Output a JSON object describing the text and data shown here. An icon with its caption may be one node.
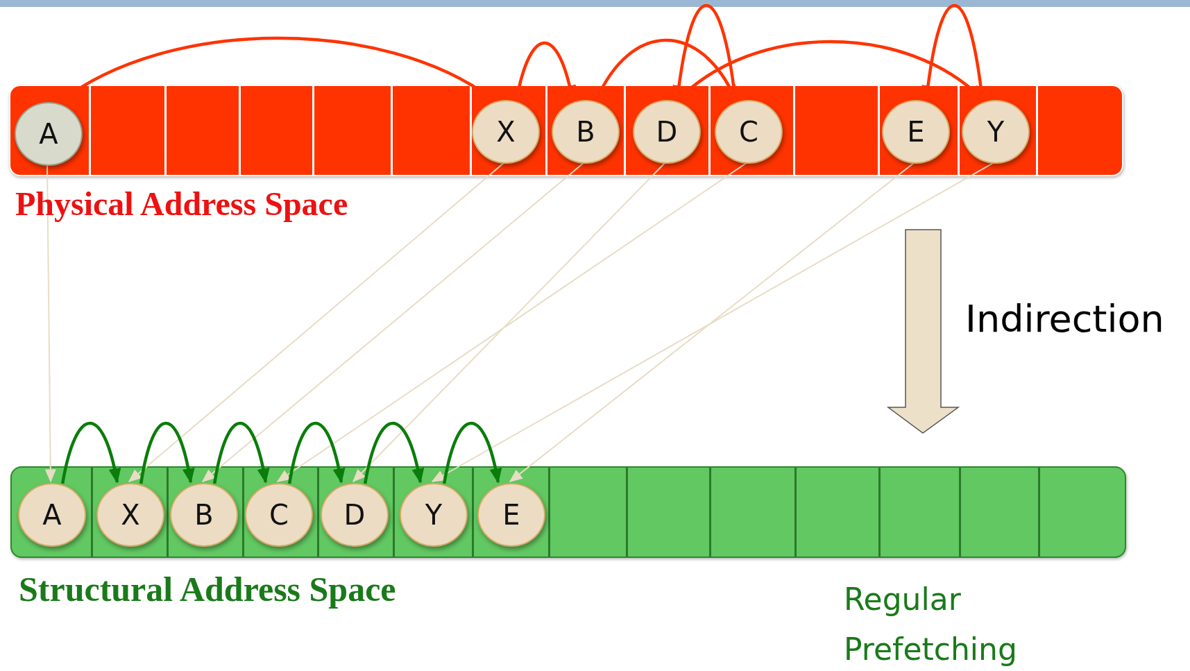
{
  "diagram": {
    "nodes": [
      {
        "text": [],
        "shape": "bar"
      },
      {
        "text": [
          "A"
        ],
        "in": 0
      },
      {
        "text": [
          "X"
        ],
        "in": 0
      },
      {
        "text": [
          "B"
        ],
        "in": 0
      },
      {
        "text": [
          "D"
        ],
        "in": 0
      },
      {
        "text": [
          "C"
        ],
        "in": 0
      },
      {
        "text": [
          "E"
        ],
        "in": 0
      },
      {
        "text": [
          "Y"
        ],
        "in": 0
      },
      {
        "text": [],
        "shape": "bar"
      },
      {
        "text": [
          "A"
        ],
        "in": 8
      },
      {
        "text": [
          "X"
        ],
        "in": 8
      },
      {
        "text": [
          "B"
        ],
        "in": 8
      },
      {
        "text": [
          "C"
        ],
        "in": 8
      },
      {
        "text": [
          "D"
        ],
        "in": 8
      },
      {
        "text": [
          "Y"
        ],
        "in": 8
      },
      {
        "text": [
          "E"
        ],
        "in": 8
      }
    ],
    "edges": [
      {
        "from": 1,
        "to": 2,
        "arrow": "to",
        "color": "#ff3300"
      },
      {
        "from": 2,
        "to": 3,
        "arrow": "to",
        "color": "#ff3300"
      },
      {
        "from": 3,
        "to": 5,
        "arrow": "to",
        "color": "#ff3300"
      },
      {
        "from": 5,
        "to": 4,
        "arrow": "to",
        "color": "#ff3300"
      },
      {
        "from": 4,
        "to": 7,
        "arrow": "to",
        "color": "#ff3300"
      },
      {
        "from": 7,
        "to": 6,
        "arrow": "to",
        "color": "#ff3300"
      },
      {
        "from": 1,
        "to": 9,
        "arrow": "to"
      },
      {
        "from": 2,
        "to": 10,
        "arrow": "to"
      },
      {
        "from": 3,
        "to": 11,
        "arrow": "to"
      },
      {
        "from": 5,
        "to": 12,
        "arrow": "to"
      },
      {
        "from": 4,
        "to": 13,
        "arrow": "to"
      },
      {
        "from": 7,
        "to": 14,
        "arrow": "to"
      },
      {
        "from": 6,
        "to": 15,
        "arrow": "to"
      },
      {
        "from": 9,
        "to": 10,
        "arrow": "to",
        "color": "#0a7d0a"
      },
      {
        "from": 10,
        "to": 11,
        "arrow": "to",
        "color": "#0a7d0a"
      },
      {
        "from": 11,
        "to": 12,
        "arrow": "to",
        "color": "#0a7d0a"
      },
      {
        "from": 12,
        "to": 13,
        "arrow": "to",
        "color": "#0a7d0a"
      },
      {
        "from": 13,
        "to": 14,
        "arrow": "to",
        "color": "#0a7d0a"
      },
      {
        "from": 14,
        "to": 15,
        "arrow": "to",
        "color": "#0a7d0a"
      }
    ],
    "labels": [
      "Physical Address Space",
      "Indirection",
      "Structural Address Space",
      "Regular Prefetching"
    ]
  }
}
